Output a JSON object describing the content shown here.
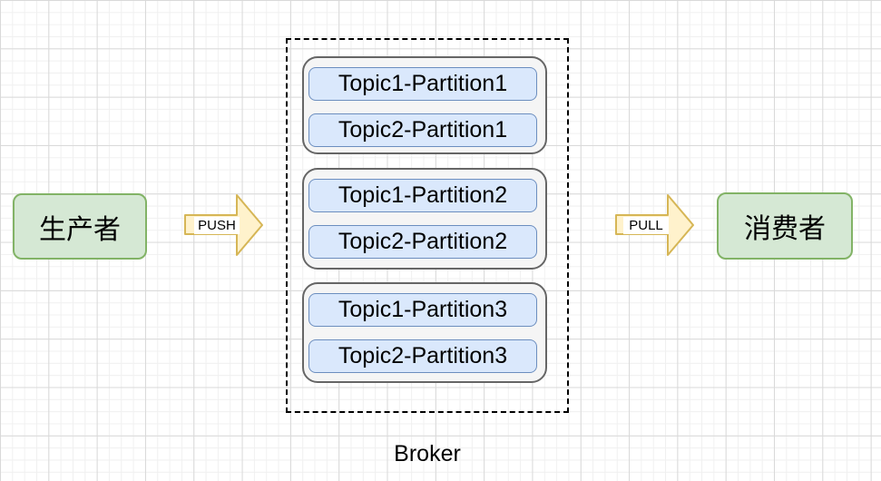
{
  "diagram": {
    "producer": {
      "label": "生产者"
    },
    "push_arrow": {
      "label": "PUSH"
    },
    "pull_arrow": {
      "label": "PULL"
    },
    "consumer": {
      "label": "消费者"
    },
    "broker": {
      "label": "Broker",
      "groups": [
        {
          "partitions": [
            "Topic1-Partition1",
            "Topic2-Partition1"
          ]
        },
        {
          "partitions": [
            "Topic1-Partition2",
            "Topic2-Partition2"
          ]
        },
        {
          "partitions": [
            "Topic1-Partition3",
            "Topic2-Partition3"
          ]
        }
      ]
    },
    "colors": {
      "node_green_fill": "#d5e8d4",
      "node_green_stroke": "#82b366",
      "partition_blue_fill": "#dae8fc",
      "partition_blue_stroke": "#6c8ebf",
      "group_gray_fill": "#f5f5f5",
      "group_gray_stroke": "#666666",
      "arrow_yellow_fill": "#fff2cc",
      "arrow_yellow_stroke": "#d6b656",
      "broker_border": "#000000"
    }
  }
}
